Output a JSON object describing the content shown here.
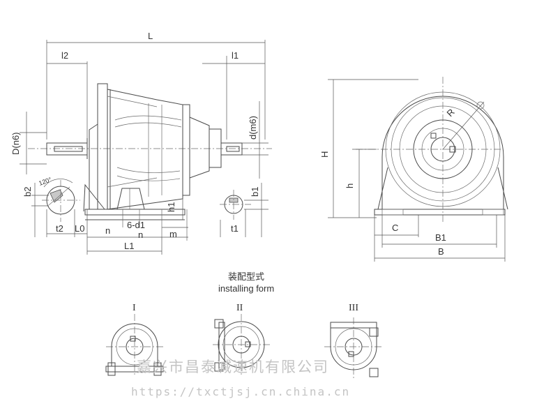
{
  "side_view_labels": {
    "L": "L",
    "l2": "l2",
    "l1": "l1",
    "D": "D(n6)",
    "d": "d(m6)",
    "angle": "120°",
    "b2": "b2",
    "b1": "b1",
    "t2": "t2",
    "t1": "t1",
    "L0": "L0",
    "n": "n",
    "holes": "6-d1",
    "n2": "n",
    "m": "m",
    "h1": "h1",
    "L1": "L1"
  },
  "front_view_labels": {
    "H": "H",
    "h": "h",
    "R": "R",
    "C": "C",
    "B1": "B1",
    "B": "B"
  },
  "installing": {
    "title_cn": "装配型式",
    "title_en": "installing form",
    "forms": [
      "I",
      "II",
      "III"
    ]
  },
  "watermark": {
    "company": "嘉兴市昌泰减速机有限公司",
    "url": "https://txctjsj.cn.china.cn"
  }
}
